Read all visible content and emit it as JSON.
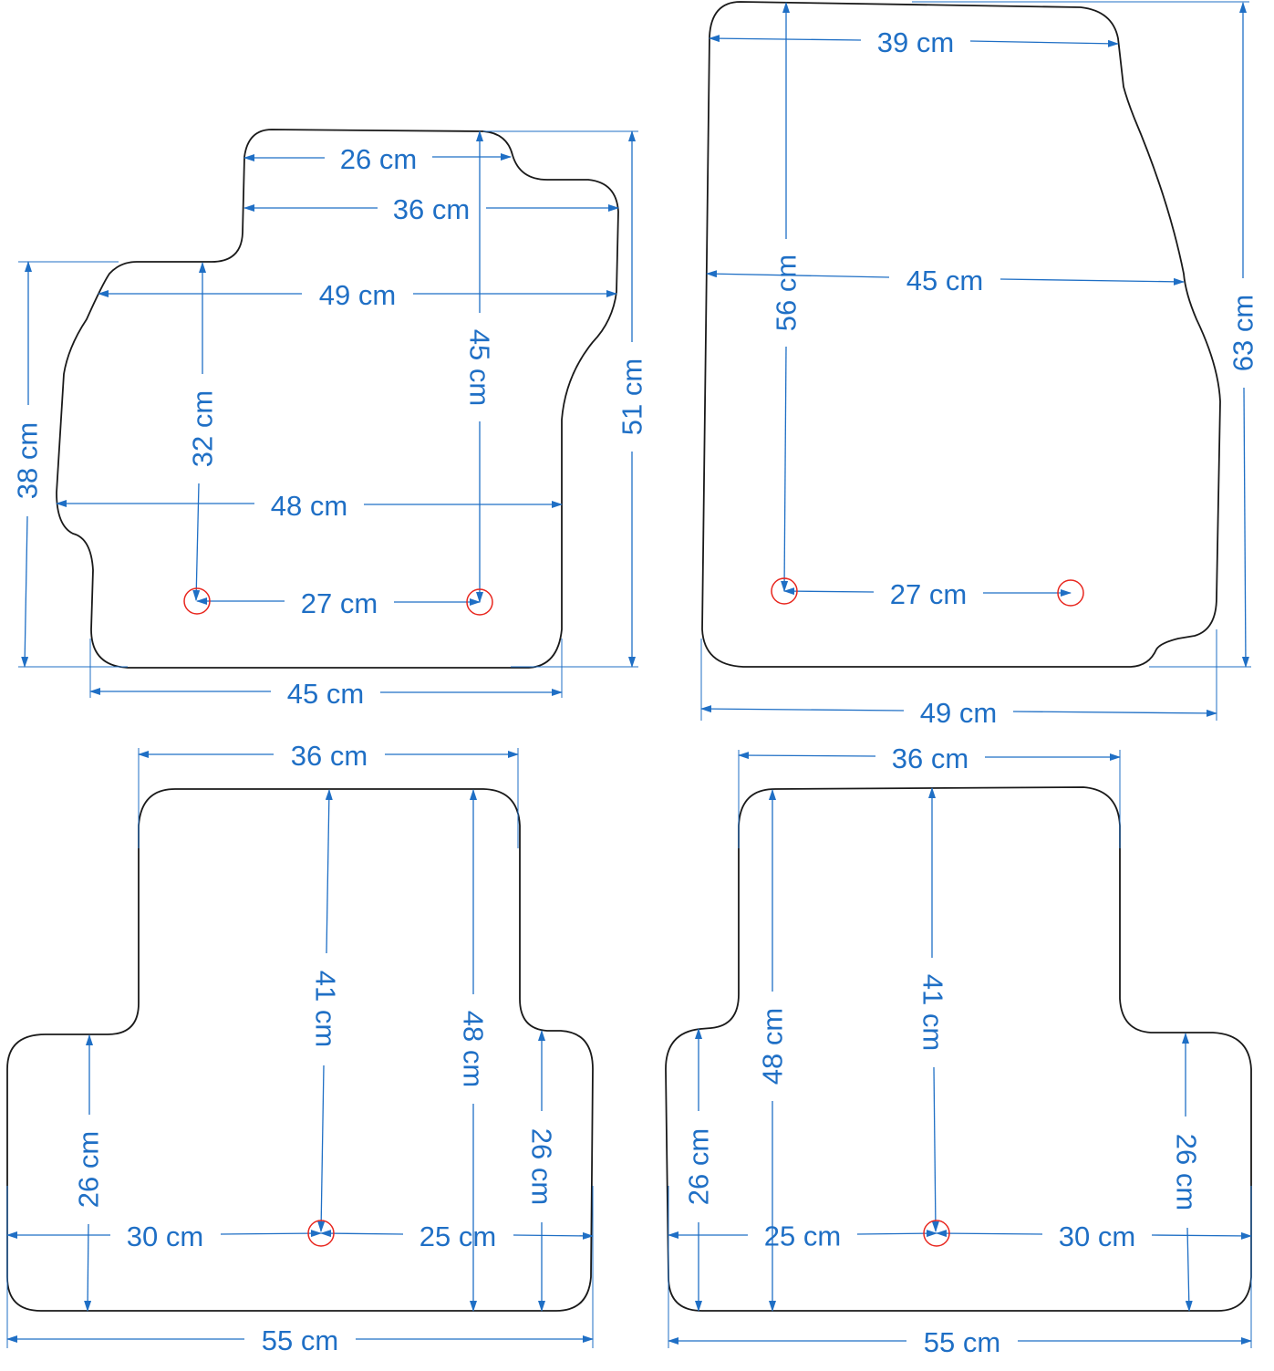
{
  "colors": {
    "outline": "#1a1a1a",
    "dimension": "#1f6fc5",
    "clip_marker": "#e8261e",
    "background": "#ffffff"
  },
  "mats": [
    {
      "name": "front-left-mat",
      "dimensions": [
        "26 cm",
        "36 cm",
        "49 cm",
        "45 cm",
        "32 cm",
        "48 cm",
        "27 cm",
        "38 cm",
        "51 cm",
        "45 cm"
      ]
    },
    {
      "name": "front-right-mat",
      "dimensions": [
        "39 cm",
        "45 cm",
        "56 cm",
        "27 cm",
        "63 cm",
        "49 cm"
      ]
    },
    {
      "name": "rear-left-mat",
      "dimensions": [
        "36 cm",
        "41 cm",
        "48 cm",
        "26 cm",
        "26 cm",
        "30 cm",
        "25 cm",
        "55 cm"
      ]
    },
    {
      "name": "rear-right-mat",
      "dimensions": [
        "36 cm",
        "41 cm",
        "48 cm",
        "26 cm",
        "26 cm",
        "25 cm",
        "30 cm",
        "55 cm"
      ]
    }
  ]
}
